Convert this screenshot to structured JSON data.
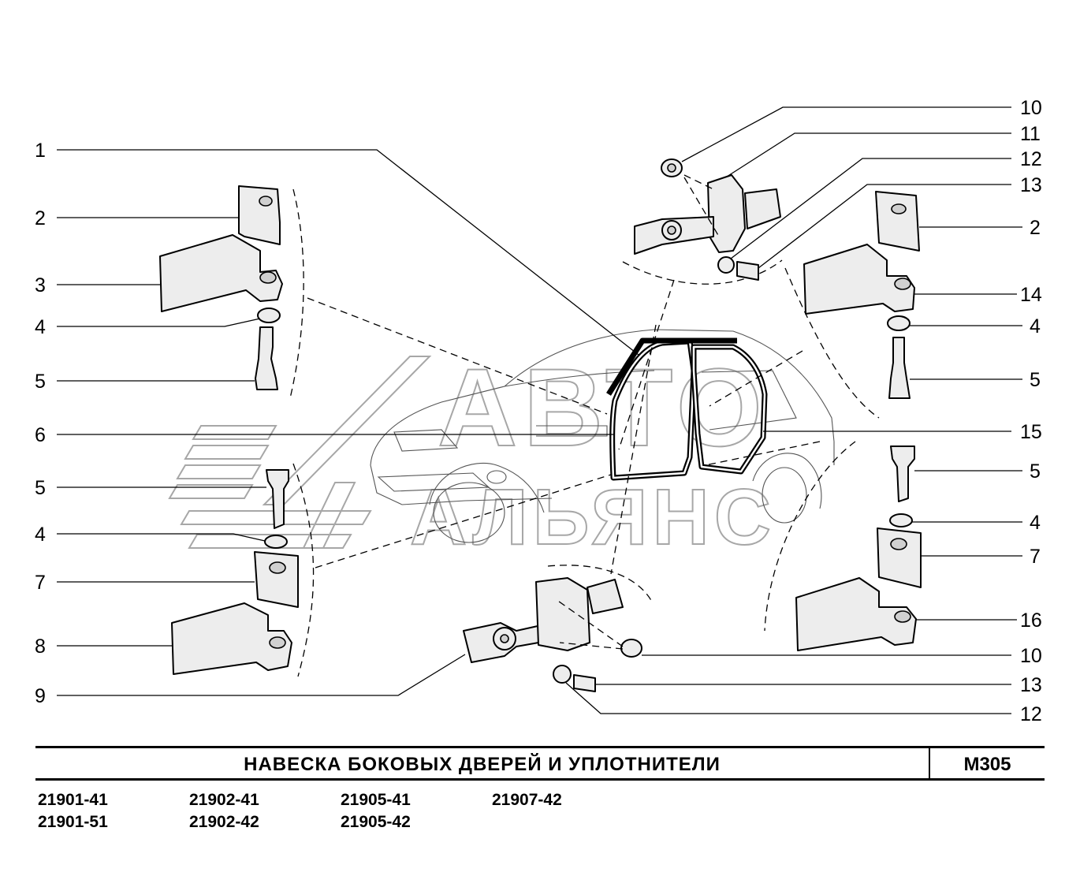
{
  "title": "НАВЕСКА   БОКОВЫХ   ДВЕРЕЙ  И  УПЛОТНИТЕЛИ",
  "code": "М305",
  "watermark": {
    "line1": "АВТО",
    "line2": "АЛЬЯНС"
  },
  "models": [
    [
      "21901-41",
      "21901-51"
    ],
    [
      "21902-41",
      "21902-42"
    ],
    [
      "21905-41",
      "21905-42"
    ],
    [
      "21907-42"
    ]
  ],
  "callouts": {
    "left": [
      "1",
      "2",
      "3",
      "4",
      "5",
      "6",
      "5",
      "4",
      "7",
      "8",
      "9"
    ],
    "right": [
      "10",
      "11",
      "12",
      "13",
      "2",
      "14",
      "4",
      "5",
      "15",
      "5",
      "4",
      "7",
      "16",
      "10",
      "13",
      "12"
    ]
  }
}
